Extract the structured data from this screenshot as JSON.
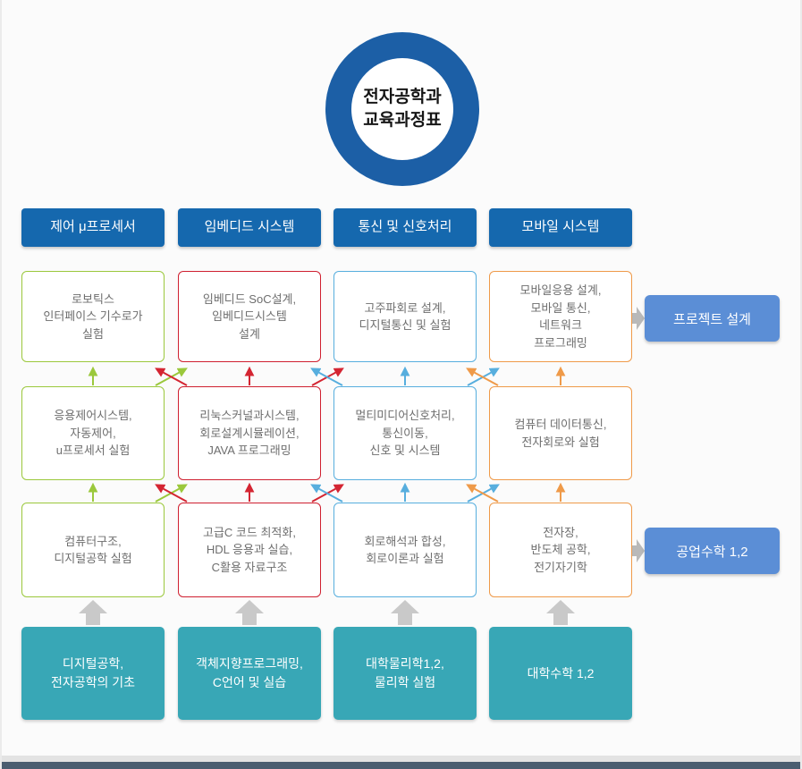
{
  "page": {
    "title": "전자공학과\n교육과정표"
  },
  "colors": {
    "badge_ring": "#1c5fa6",
    "track_header": "#1568ae",
    "track_control": "#9bc83c",
    "track_embedded": "#cf2030",
    "track_comm": "#57aede",
    "track_mobile": "#ef9a49",
    "foundation": "#38a7b6",
    "outcome_button": "#5b8ed6",
    "gray_arrow": "#c9c9c9"
  },
  "tracks": [
    {
      "label": "제어 μ프로세서",
      "color": "#9bc83c",
      "courses": [
        "로보틱스\n인터페이스 기수로가\n실험",
        "응용제어시스템,\n자동제어,\nu프로세서 실험",
        "컴퓨터구조,\n디지털공학 실험"
      ],
      "foundation": "디지털공학,\n전자공학의 기초"
    },
    {
      "label": "임베디드 시스템",
      "color": "#cf2030",
      "courses": [
        "임베디드 SoC설계,\n임베디드시스템\n설계",
        "리눅스커널과시스템,\n회로설계시뮬레이션,\nJAVA 프로그래밍",
        "고급C 코드 최적화,\nHDL 응용과 실습,\nC활용 자료구조"
      ],
      "foundation": "객체지향프로그래밍,\nC언어 및 실습"
    },
    {
      "label": "통신 및 신호처리",
      "color": "#57aede",
      "courses": [
        "고주파회로 설계,\n디지털통신 및 실험",
        "멀티미디어신호처리,\n통신이동,\n신호 및 시스템",
        "회로해석과 합성,\n회로이론과 실험"
      ],
      "foundation": "대학물리학1,2,\n물리학 실험"
    },
    {
      "label": "모바일 시스템",
      "color": "#ef9a49",
      "courses": [
        "모바일응용 설계,\n모바일 통신,\n네트워크\n프로그래밍",
        "컴퓨터 데이터통신,\n전자회로와 실험",
        "전자장,\n반도체 공학,\n전기자기학"
      ],
      "foundation": "대학수학 1,2"
    }
  ],
  "outcomes": [
    {
      "label": "프로젝트 설계"
    },
    {
      "label": "공업수학 1,2"
    }
  ]
}
